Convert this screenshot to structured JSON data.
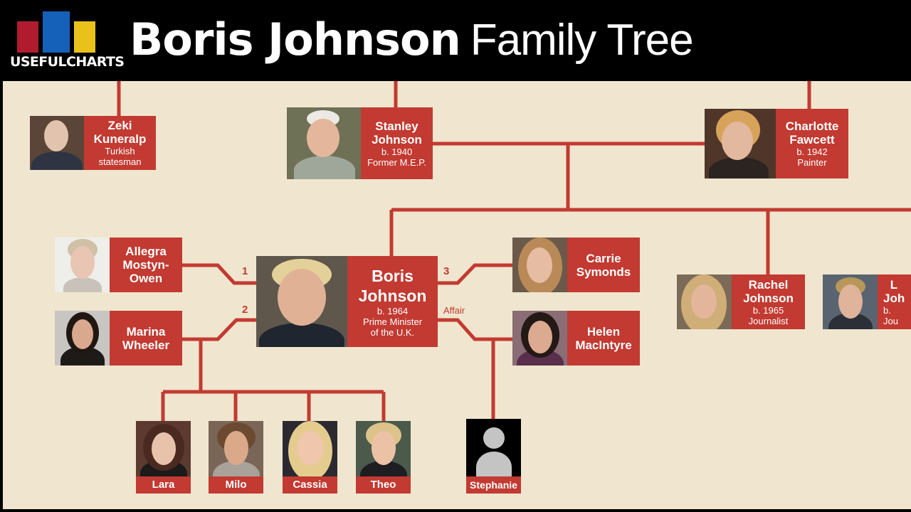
{
  "header": {
    "logo_text": "USEFULCHARTS",
    "title_bold": "Boris Johnson",
    "title_rest": "Family Tree"
  },
  "colors": {
    "accent": "#c23a31",
    "background": "#f0e6cf",
    "logo_red": "#b01c2e",
    "logo_blue": "#1560b8",
    "logo_yellow": "#e8c21a"
  },
  "people": {
    "zeki": {
      "name": "Zeki Kuneralp",
      "line1": "Turkish",
      "line2": "statesman"
    },
    "stanley": {
      "name": "Stanley Johnson",
      "line1": "b. 1940",
      "line2": "Former M.E.P."
    },
    "charlotte": {
      "name": "Charlotte Fawcett",
      "line1": "b. 1942",
      "line2": "Painter"
    },
    "allegra": {
      "name": "Allegra Mostyn-Owen"
    },
    "marina": {
      "name": "Marina Wheeler"
    },
    "boris": {
      "name": "Boris Johnson",
      "line1": "b. 1964",
      "line2": "Prime Minister",
      "line3": "of the U.K."
    },
    "carrie": {
      "name": "Carrie Symonds"
    },
    "helen": {
      "name": "Helen MacIntyre"
    },
    "rachel": {
      "name": "Rachel Johnson",
      "line1": "b. 1965",
      "line2": "Journalist"
    },
    "leo": {
      "name": "L Joh",
      "line1": "b.",
      "line2": "Jou"
    }
  },
  "marriage_labels": {
    "first": "1",
    "second": "2",
    "third": "3",
    "affair": "Affair"
  },
  "children": [
    "Lara",
    "Milo",
    "Cassia",
    "Theo",
    "Stephanie"
  ]
}
